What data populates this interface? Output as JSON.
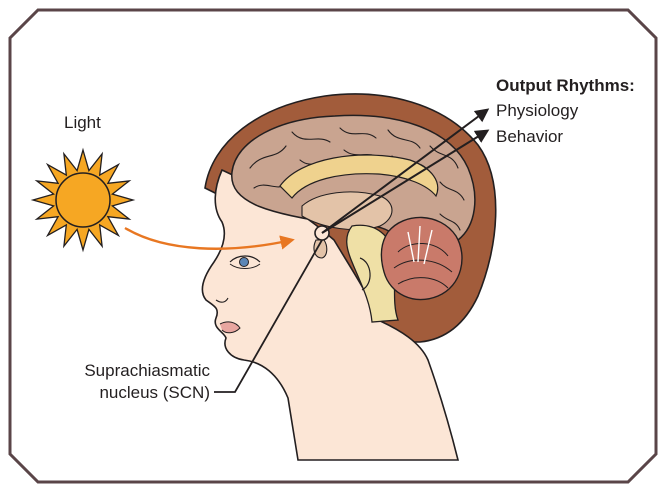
{
  "diagram": {
    "light_label": "Light",
    "output_title": "Output Rhythms:",
    "outputs": [
      "Physiology",
      "Behavior"
    ],
    "scn_label_line1": "Suprachiasmatic",
    "scn_label_line2": "nucleus (SCN)"
  },
  "colors": {
    "frame": "#5a4548",
    "sun_fill": "#f6a723",
    "light_arrow": "#e87722",
    "skin": "#fce6d6",
    "hair": "#a25c3b",
    "brain": "#c9a490",
    "cerebellum": "#c97a6a",
    "arrow": "#231f20"
  }
}
